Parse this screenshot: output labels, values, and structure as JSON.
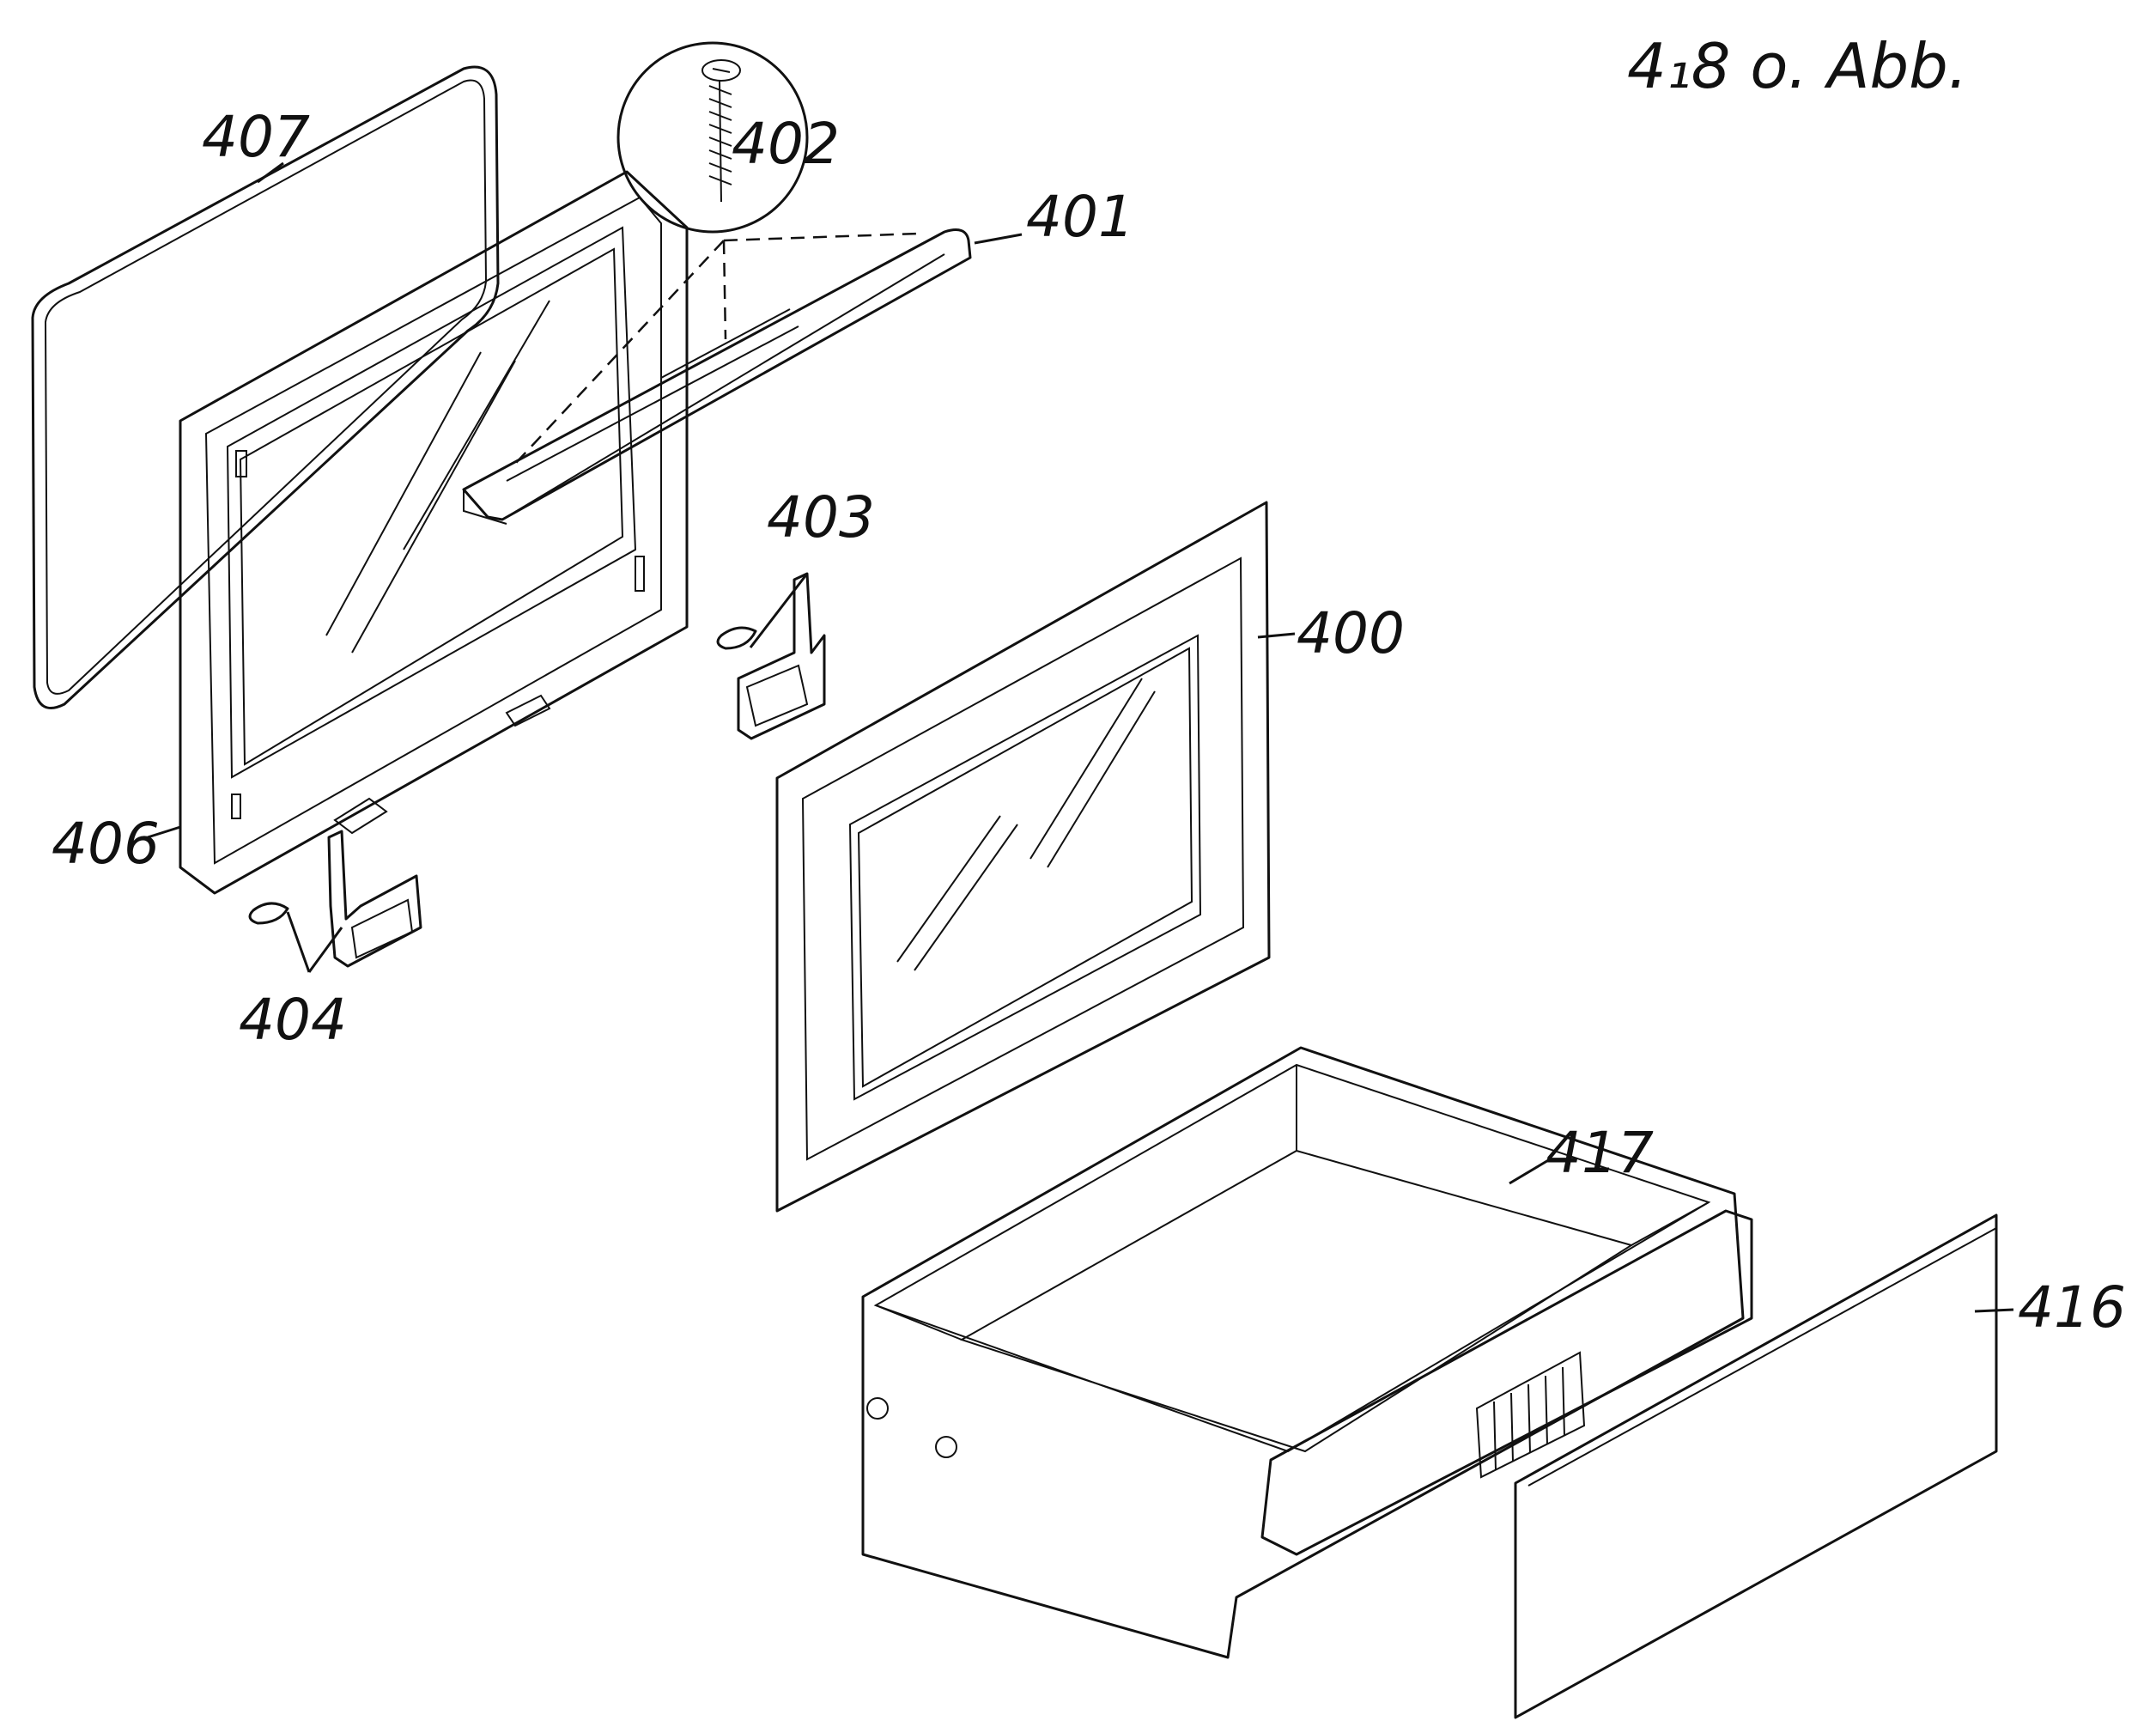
{
  "note": "4₁8  o. Abb.",
  "callouts": {
    "c400": "400",
    "c401": "401",
    "c402": "402",
    "c403": "403",
    "c404": "404",
    "c406": "406",
    "c407": "407",
    "c416": "416",
    "c417": "417"
  }
}
